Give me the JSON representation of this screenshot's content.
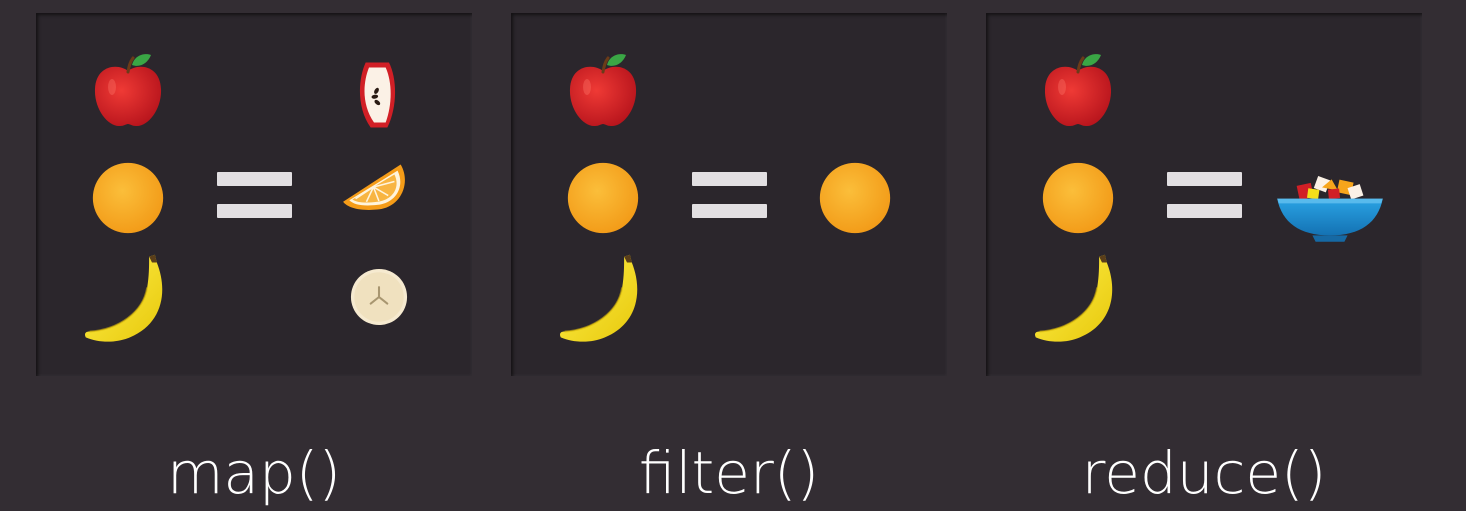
{
  "panels": [
    {
      "label": "map()",
      "inputs": [
        "apple-icon",
        "orange-icon",
        "banana-icon"
      ],
      "outputs": [
        "apple-slice-icon",
        "orange-slice-icon",
        "banana-slice-icon"
      ]
    },
    {
      "label": "filter()",
      "inputs": [
        "apple-icon",
        "orange-icon",
        "banana-icon"
      ],
      "outputs": [
        "orange-icon"
      ]
    },
    {
      "label": "reduce()",
      "inputs": [
        "apple-icon",
        "orange-icon",
        "banana-icon"
      ],
      "outputs": [
        "fruit-salad-bowl-icon"
      ]
    }
  ],
  "colors": {
    "background": "#332d33",
    "panel": "#2b262c",
    "apple": "#d11f26",
    "orange": "#f7a51c",
    "banana": "#f3df1a",
    "bowl": "#1f8fd1",
    "equals": "#e2dfe2",
    "text": "#ffffff"
  }
}
